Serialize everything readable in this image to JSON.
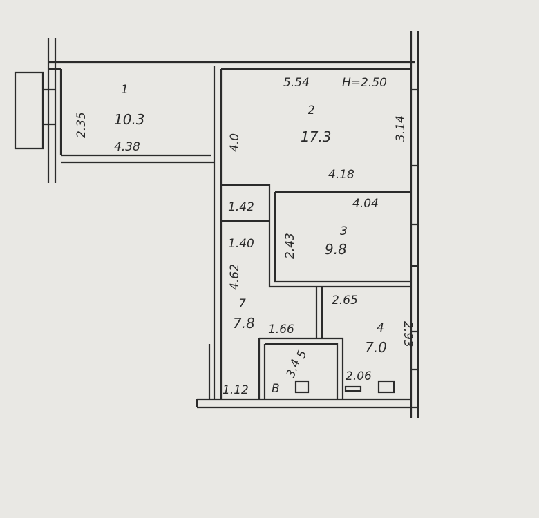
{
  "rooms": {
    "r1": {
      "number": "1",
      "area": "10.3",
      "length": "4.38",
      "width": "2.35"
    },
    "r2": {
      "number": "2",
      "area": "17.3",
      "length": "5.54",
      "height": "H=2.50",
      "side": "3.14",
      "bottom": "4.18",
      "wall": "4.0"
    },
    "r3": {
      "number": "3",
      "area": "9.8",
      "top": "4.04",
      "side": "2.43",
      "corner": "1.42"
    },
    "r7": {
      "number": "7",
      "area": "7.8",
      "top": "1.40",
      "side": "4.62",
      "inner": "1.66",
      "bottom": "1.12"
    },
    "r4": {
      "number": "4",
      "area": "7.0",
      "top": "2.65",
      "side": "2.93",
      "bottom": "2.06"
    },
    "r5": {
      "number": "5",
      "area": "3.4"
    }
  },
  "fixtures": {
    "bath": "B"
  }
}
